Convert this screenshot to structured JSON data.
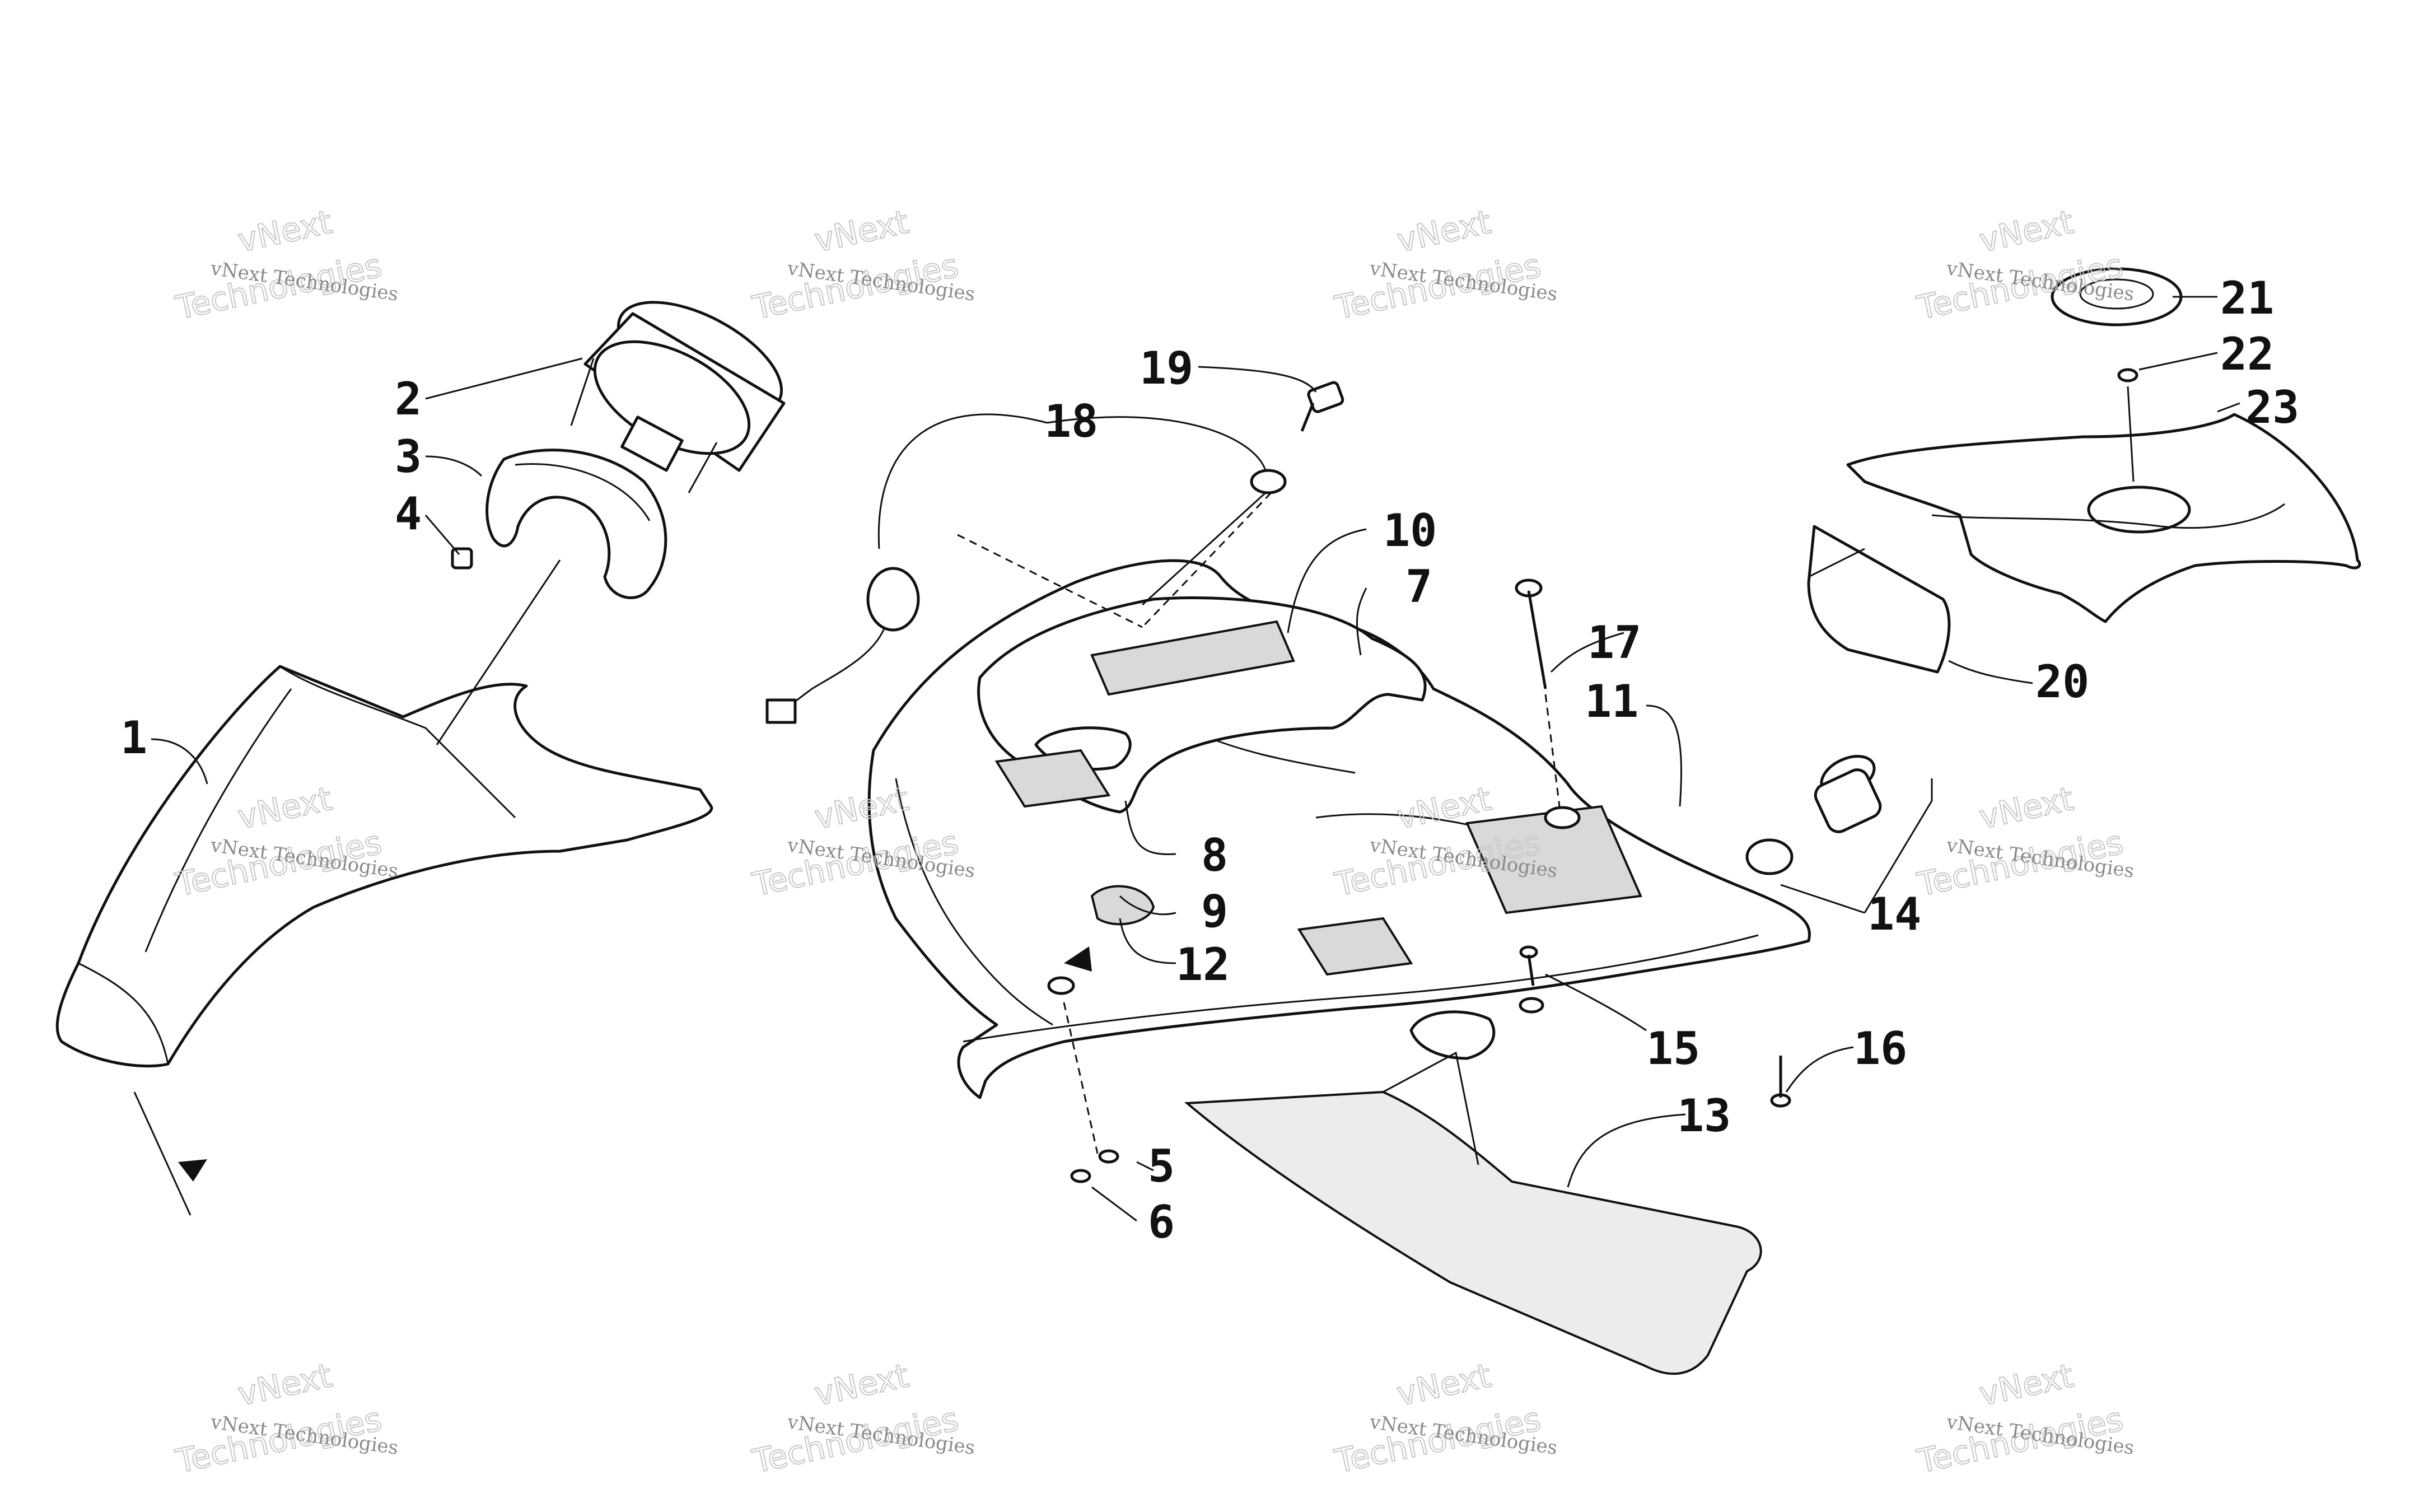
{
  "watermark": {
    "line1": "vNext Technologies",
    "line2": "vNext",
    "line3": "Technologies"
  },
  "callouts": [
    "1",
    "2",
    "3",
    "4",
    "5",
    "6",
    "7",
    "8",
    "9",
    "10",
    "11",
    "12",
    "13",
    "14",
    "15",
    "16",
    "17",
    "18",
    "19",
    "20",
    "21",
    "22",
    "23"
  ],
  "colors": {
    "ink": "#111111",
    "paper": "#ffffff",
    "watermark": "#8a8a8a"
  }
}
